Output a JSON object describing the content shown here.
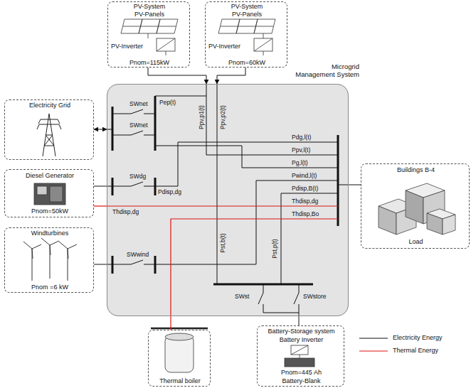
{
  "diagram": {
    "nodes": [
      {
        "text": [
          "PV-System",
          "PV-Panels",
          "PV-Inverter",
          "Pnom=115kW"
        ]
      },
      {
        "text": [
          "PV-System",
          "PV-Panels",
          "PV-Inverter",
          "Pnom=60kW"
        ]
      },
      {
        "text": [
          "Microgrid Management System"
        ]
      },
      {
        "text": [
          "Electricity Grid"
        ]
      },
      {
        "text": [
          "Diesel Generator",
          "Pnom=50kW"
        ]
      },
      {
        "text": [
          "Windturbines",
          "Pnom =6 kW"
        ]
      },
      {
        "text": [
          "Thermal boiler"
        ]
      },
      {
        "text": [
          "Battery-Storage system",
          "Battery Inverter",
          "Pnom=445 Ah",
          "Battery-Blank"
        ]
      },
      {
        "text": [
          "Buildings B-4",
          "Load"
        ]
      }
    ],
    "edges": [
      {
        "from": 0,
        "to": 2,
        "arrow": "to"
      },
      {
        "from": 1,
        "to": 2,
        "arrow": "to"
      },
      {
        "from": 3,
        "to": 2,
        "arrow": "both"
      },
      {
        "from": 4,
        "to": 2,
        "arrow": "none"
      },
      {
        "from": 4,
        "to": 2,
        "arrow": "none"
      },
      {
        "from": 5,
        "to": 2,
        "arrow": "none"
      },
      {
        "from": 6,
        "to": 2,
        "arrow": "none"
      },
      {
        "from": 7,
        "to": 2,
        "arrow": "none"
      },
      {
        "from": 2,
        "to": 8,
        "arrow": "none"
      }
    ],
    "labels": [
      "SWnet",
      "SWnet",
      "SWdg",
      "SWwind",
      "SWst",
      "SWstore",
      "Ppv,p1(t)",
      "Ppv,p2(t)",
      "Pep(t)",
      "Pdisp,dg",
      "Thdisp,dg",
      "Pdg,l(t)",
      "Ppv,l(t)",
      "Pg,l(t)",
      "Pwind,l(t)",
      "Pdisp,B(t)",
      "Thdisp,dg",
      "Thdisp,Bo",
      "Pst,p(t)",
      "Pst,b(t)"
    ],
    "legend": [
      {
        "text": "Electricity Energy"
      },
      {
        "text": "Thermal Energy"
      }
    ]
  }
}
